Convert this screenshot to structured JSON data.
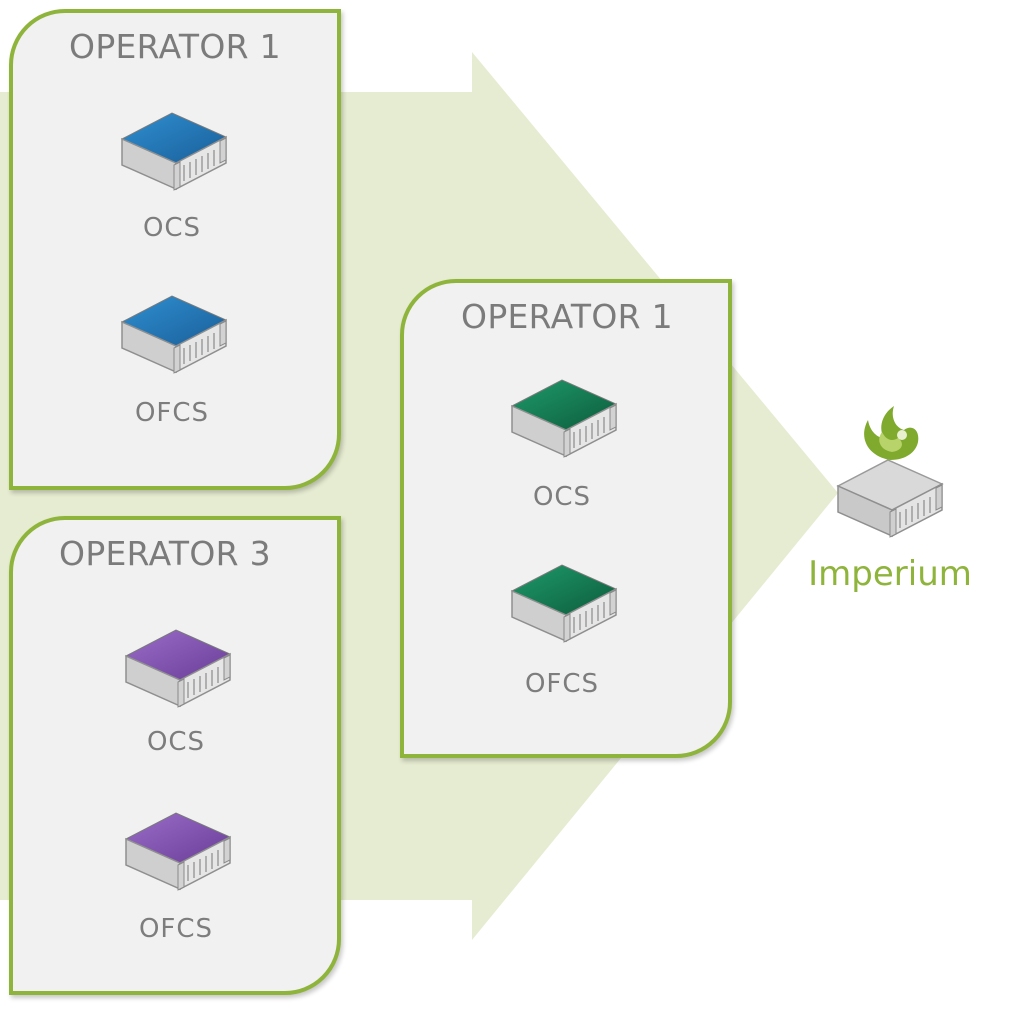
{
  "diagram": {
    "arrow_color": "#e6ecd1",
    "box_border_color": "#8fb43c",
    "box_fill_color": "#f1f1f1",
    "operators": [
      {
        "title": "OPERATOR 1",
        "server_color": "blue",
        "servers": [
          {
            "label": "OCS",
            "icon": "server-icon"
          },
          {
            "label": "OFCS",
            "icon": "server-icon"
          }
        ]
      },
      {
        "title": "OPERATOR 3",
        "server_color": "purple",
        "servers": [
          {
            "label": "OCS",
            "icon": "server-icon"
          },
          {
            "label": "OFCS",
            "icon": "server-icon"
          }
        ]
      },
      {
        "title": "OPERATOR 1",
        "server_color": "green",
        "servers": [
          {
            "label": "OCS",
            "icon": "server-icon"
          },
          {
            "label": "OFCS",
            "icon": "server-icon"
          }
        ]
      }
    ],
    "destination": {
      "label": "Imperium",
      "icon": "phoenix-logo-icon",
      "label_color": "#8fb43c"
    }
  }
}
